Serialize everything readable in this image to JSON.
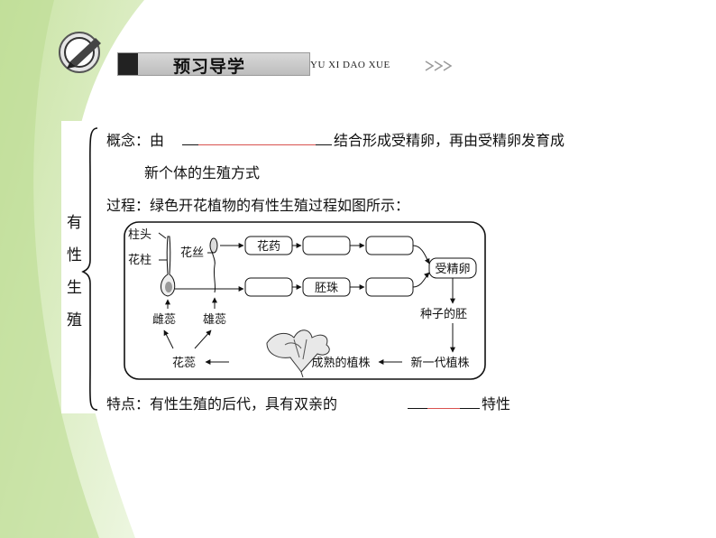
{
  "header": {
    "title": "预习导学",
    "subtitle": "YU XI DAO XUE"
  },
  "left_label": [
    "有",
    "性",
    "生",
    "殖"
  ],
  "concept": {
    "line1_prefix": "概念：由",
    "line1_suffix": "结合形成受精卵，再由受精卵发育成",
    "line2": "新个体的生殖方式"
  },
  "process_title": "过程：绿色开花植物的有性生殖过程如图所示：",
  "diagram": {
    "stigma": "柱头",
    "style": "花柱",
    "filament": "花丝",
    "anther": "花药",
    "ovule": "胚珠",
    "fertilized_egg": "受精卵",
    "seed_embryo": "种子的胚",
    "new_plant": "新一代植株",
    "mature_plant": "成熟的植株",
    "pistil": "雌蕊",
    "stamen": "雄蕊",
    "flower_parts": "花蕊"
  },
  "feature": {
    "prefix": "特点：有性生殖的后代，具有双亲的",
    "suffix": "特性"
  },
  "colors": {
    "blank_underline_red": "#d9534f",
    "bg_green": "#cfe6b0"
  }
}
